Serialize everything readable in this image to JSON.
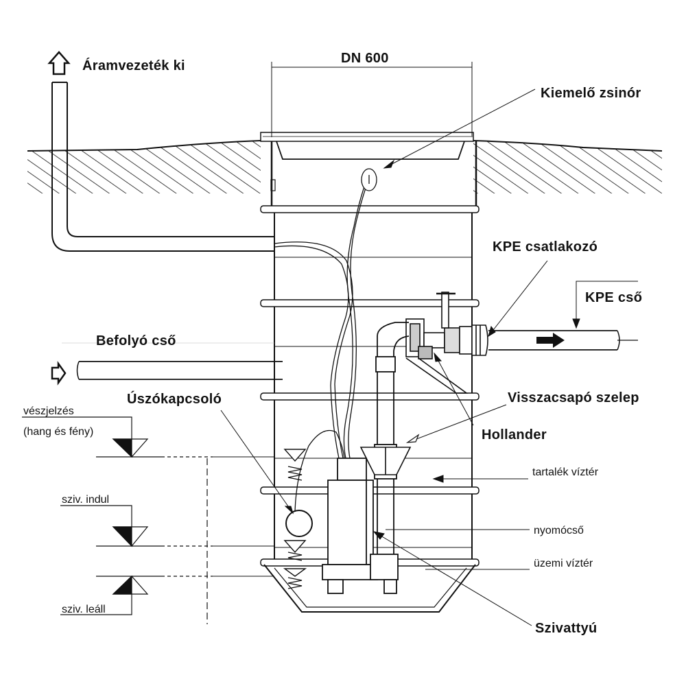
{
  "labels": {
    "dn": "DN 600",
    "power_out": "Áramvezeték ki",
    "lift_cord": "Kiemelő zsinór",
    "kpe_connector": "KPE csatlakozó",
    "kpe_pipe": "KPE cső",
    "inflow_pipe": "Befolyó cső",
    "float_switch": "Úszókapcsoló",
    "check_valve": "Visszacsapó szelep",
    "hollander": "Hollander",
    "alarm_line1": "vészjelzés",
    "alarm_line2": "(hang és fény)",
    "pump_start": "sziv. indul",
    "pump_stop": "sziv. leáll",
    "reserve_water": "tartalék víztér",
    "pressure_pipe": "nyomócső",
    "operating_water": "üzemi víztér",
    "pump": "Szivattyú"
  },
  "colors": {
    "line": "#111111",
    "background": "#ffffff"
  }
}
